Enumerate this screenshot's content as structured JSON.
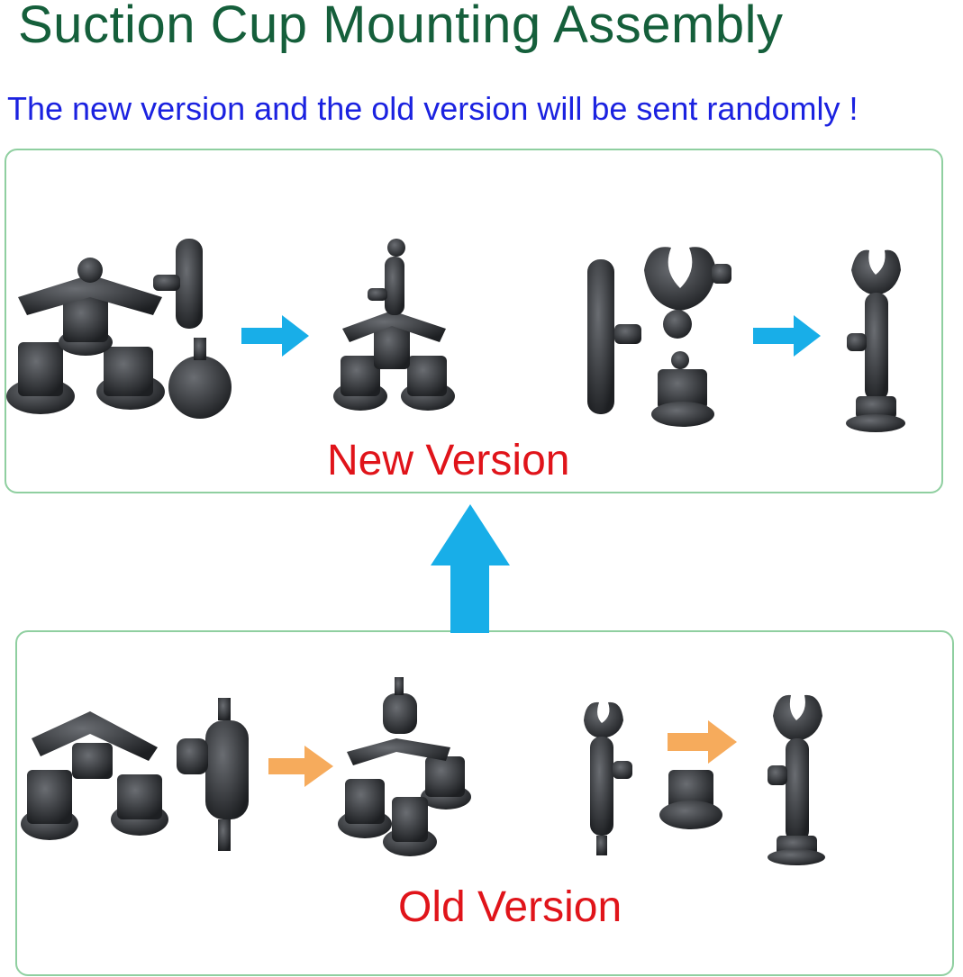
{
  "title": "Suction Cup Mounting Assembly",
  "subtitle": "The new version and the old version will be sent randomly !",
  "new_version": {
    "label": "New Version"
  },
  "old_version": {
    "label": "Old Version"
  },
  "icons": {
    "small_arrow_new": "arrow-right",
    "small_arrow_old": "arrow-right",
    "big_arrow": "arrow-up"
  },
  "colors": {
    "title": "#155f3b",
    "subtitle": "#1b22e0",
    "label": "#e0141a",
    "arrow_blue": "#18aee8",
    "arrow_orange": "#f6ab5c",
    "border": "#8fcfa0",
    "product": "#2b2d30"
  }
}
